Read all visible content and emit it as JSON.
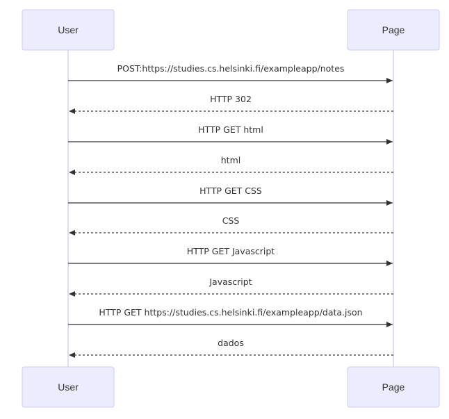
{
  "colors": {
    "actor_fill": "#ececff",
    "actor_border": "#ccccf0",
    "lifeline": "#c8c8e6",
    "text": "#333333",
    "arrow": "#333333"
  },
  "participants": [
    "User",
    "Page"
  ],
  "messages": [
    {
      "from": "User",
      "to": "Page",
      "style": "solid",
      "label": "POST:https://studies.cs.helsinki.fi/exampleapp/notes"
    },
    {
      "from": "Page",
      "to": "User",
      "style": "dotted",
      "label": "HTTP 302"
    },
    {
      "from": "User",
      "to": "Page",
      "style": "solid",
      "label": "HTTP GET html"
    },
    {
      "from": "Page",
      "to": "User",
      "style": "dotted",
      "label": "html"
    },
    {
      "from": "User",
      "to": "Page",
      "style": "solid",
      "label": "HTTP GET CSS"
    },
    {
      "from": "Page",
      "to": "User",
      "style": "dotted",
      "label": "CSS"
    },
    {
      "from": "User",
      "to": "Page",
      "style": "solid",
      "label": "HTTP GET Javascript"
    },
    {
      "from": "Page",
      "to": "User",
      "style": "dotted",
      "label": "Javascript"
    },
    {
      "from": "User",
      "to": "Page",
      "style": "solid",
      "label": "HTTP GET https://studies.cs.helsinki.fi/exampleapp/data.json"
    },
    {
      "from": "Page",
      "to": "User",
      "style": "dotted",
      "label": "dados"
    }
  ]
}
